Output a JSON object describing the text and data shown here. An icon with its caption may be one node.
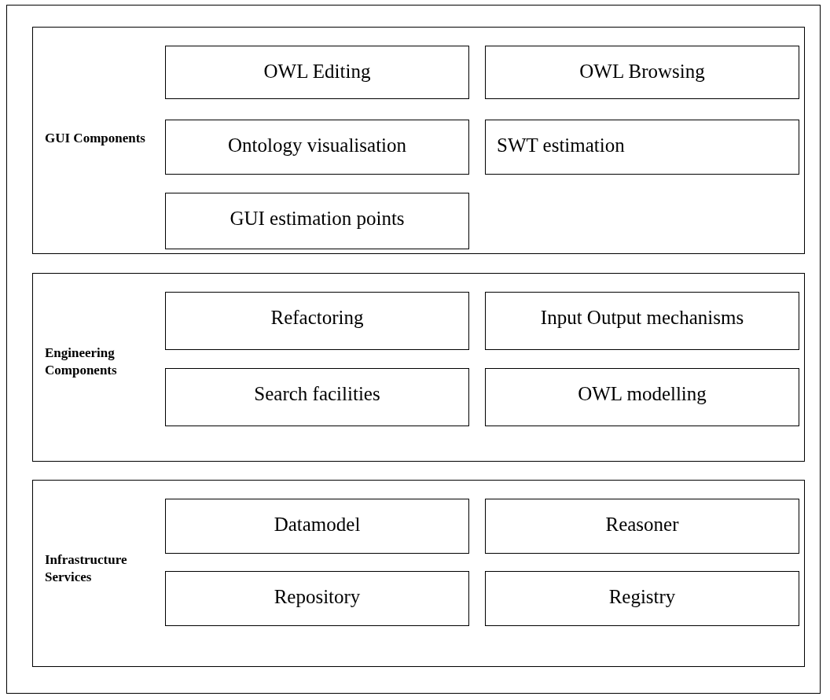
{
  "diagram": {
    "nodes": [
      {
        "text": [
          "GUI Components"
        ]
      },
      {
        "text": [
          "OWL Editing"
        ],
        "in": 0
      },
      {
        "text": [
          "OWL Browsing"
        ],
        "in": 0
      },
      {
        "text": [
          "Ontology visualisation"
        ],
        "in": 0
      },
      {
        "text": [
          "SWT estimation"
        ],
        "in": 0
      },
      {
        "text": [
          "GUI estimation points"
        ],
        "in": 0
      },
      {
        "text": [
          "Engineering Components"
        ]
      },
      {
        "text": [
          "Refactoring"
        ],
        "in": 6
      },
      {
        "text": [
          "Input Output mechanisms"
        ],
        "in": 6
      },
      {
        "text": [
          "Search facilities"
        ],
        "in": 6
      },
      {
        "text": [
          "OWL modelling"
        ],
        "in": 6
      },
      {
        "text": [
          "Infrastructure Services"
        ]
      },
      {
        "text": [
          "Datamodel"
        ],
        "in": 11
      },
      {
        "text": [
          "Reasoner"
        ],
        "in": 11
      },
      {
        "text": [
          "Repository"
        ],
        "in": 11
      },
      {
        "text": [
          "Registry"
        ],
        "in": 11
      }
    ],
    "edges": []
  }
}
